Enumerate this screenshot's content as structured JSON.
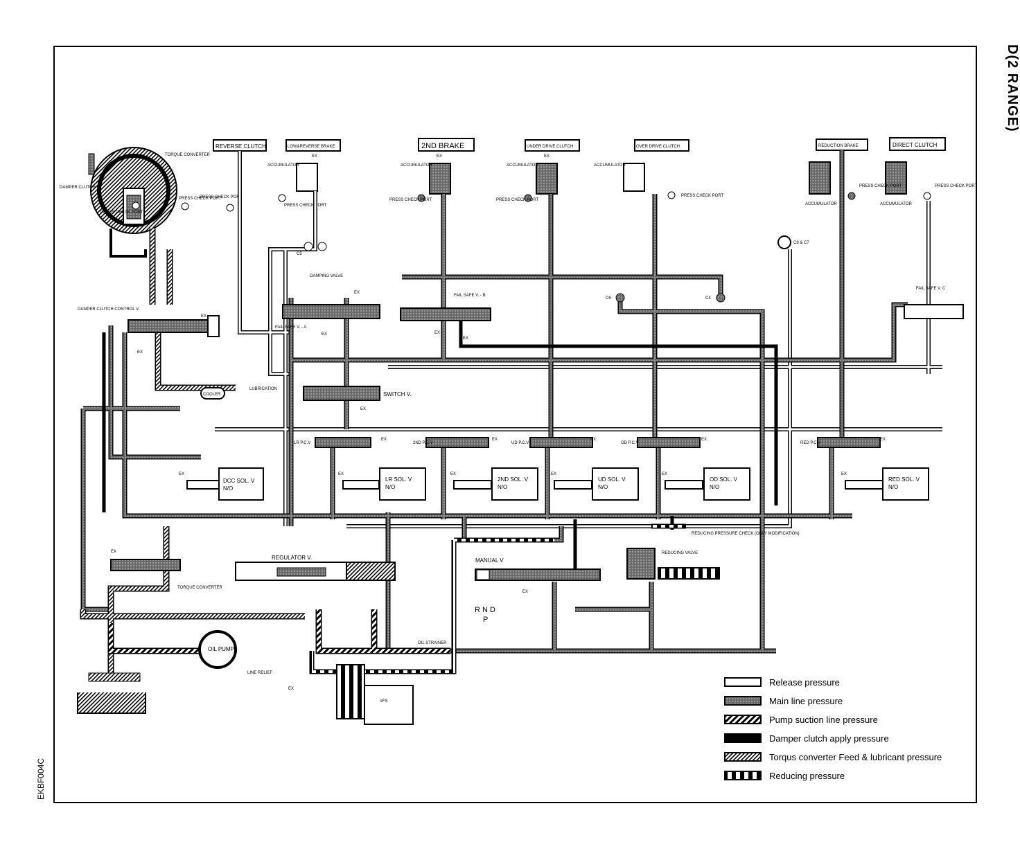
{
  "title": "D(2 RANGE)",
  "doc_code": "EKBF004C",
  "labels": {
    "reverse_clutch": "REVERSE CLUTCH",
    "low_reverse_brake": "LOW&REVERSE BRAKE",
    "second_brake": "2ND BRAKE",
    "underdrive_clutch": "UNDER DRIVE CLUTCH",
    "overdrive_clutch": "OVER DRIVE CLUTCH",
    "reduction_brake": "REDUCTION BRAKE",
    "direct_clutch": "DIRECT CLUTCH",
    "torque_converter_top": "TORQUE CONVERTER",
    "damper_clutch": "DAMPER CLUTCH",
    "press_check_port": "PRESS CHECK PORT",
    "accumulator": "ACCUMULATOR",
    "ex": "EX",
    "damper_clutch_control_v": "DAMPER CLUTCH CONTROL V.",
    "fail_safe_a": "FAIL SAFE V. - A",
    "fail_safe_b": "FAIL SAFE V. - B",
    "fail_safe_c": "FAIL SAFE V. C",
    "damping_valve": "DAMPING VALVE",
    "cooler": "COOLER",
    "lubrication": "LUBRICATION",
    "switch_v": "SWITCH V.",
    "lr_pcv": "LR P.C.V",
    "second_pcv": "2ND P.C.V",
    "ud_pcv": "UD P.C.V",
    "od_pcv": "OD P.C.V",
    "red_pcv": "RED P.C.V",
    "dcc_sol": "DCC SOL. V",
    "lr_sol": "LR SOL. V",
    "second_sol": "2ND SOL. V",
    "ud_sol": "UD SOL. V",
    "od_sol": "OD SOL. V",
    "red_sol": "RED SOL. V",
    "no": "N/O",
    "regulator_v": "REGULATOR V.",
    "torque_converter_bottom": "TORQUE CONVERTER",
    "manual_v": "MANUAL V",
    "rnd": "R N D",
    "p": "P",
    "reducing_valve": "REDUCING VALVE",
    "reducing_pressure_check": "REDUCING PRESSURE CHECK (ONLY MODIFICATION)",
    "oil_pump": "OIL PUMP",
    "oil_strainer": "OIL STRAINER",
    "line_relief": "LINE RELIEF",
    "vfs": "VFS",
    "c5": "C5",
    "c6": "C6",
    "c7": "C7",
    "c8_c7": "C8 & C7",
    "c4": "C4"
  },
  "legend": [
    {
      "label": "Release pressure",
      "pattern": "release"
    },
    {
      "label": "Main line pressure",
      "pattern": "main"
    },
    {
      "label": "Pump suction line pressure",
      "pattern": "suction"
    },
    {
      "label": "Damper clutch apply pressure",
      "pattern": "damper"
    },
    {
      "label": "Torqus converter Feed & lubricant pressure",
      "pattern": "torque"
    },
    {
      "label": "Reducing pressure",
      "pattern": "reducing"
    }
  ]
}
